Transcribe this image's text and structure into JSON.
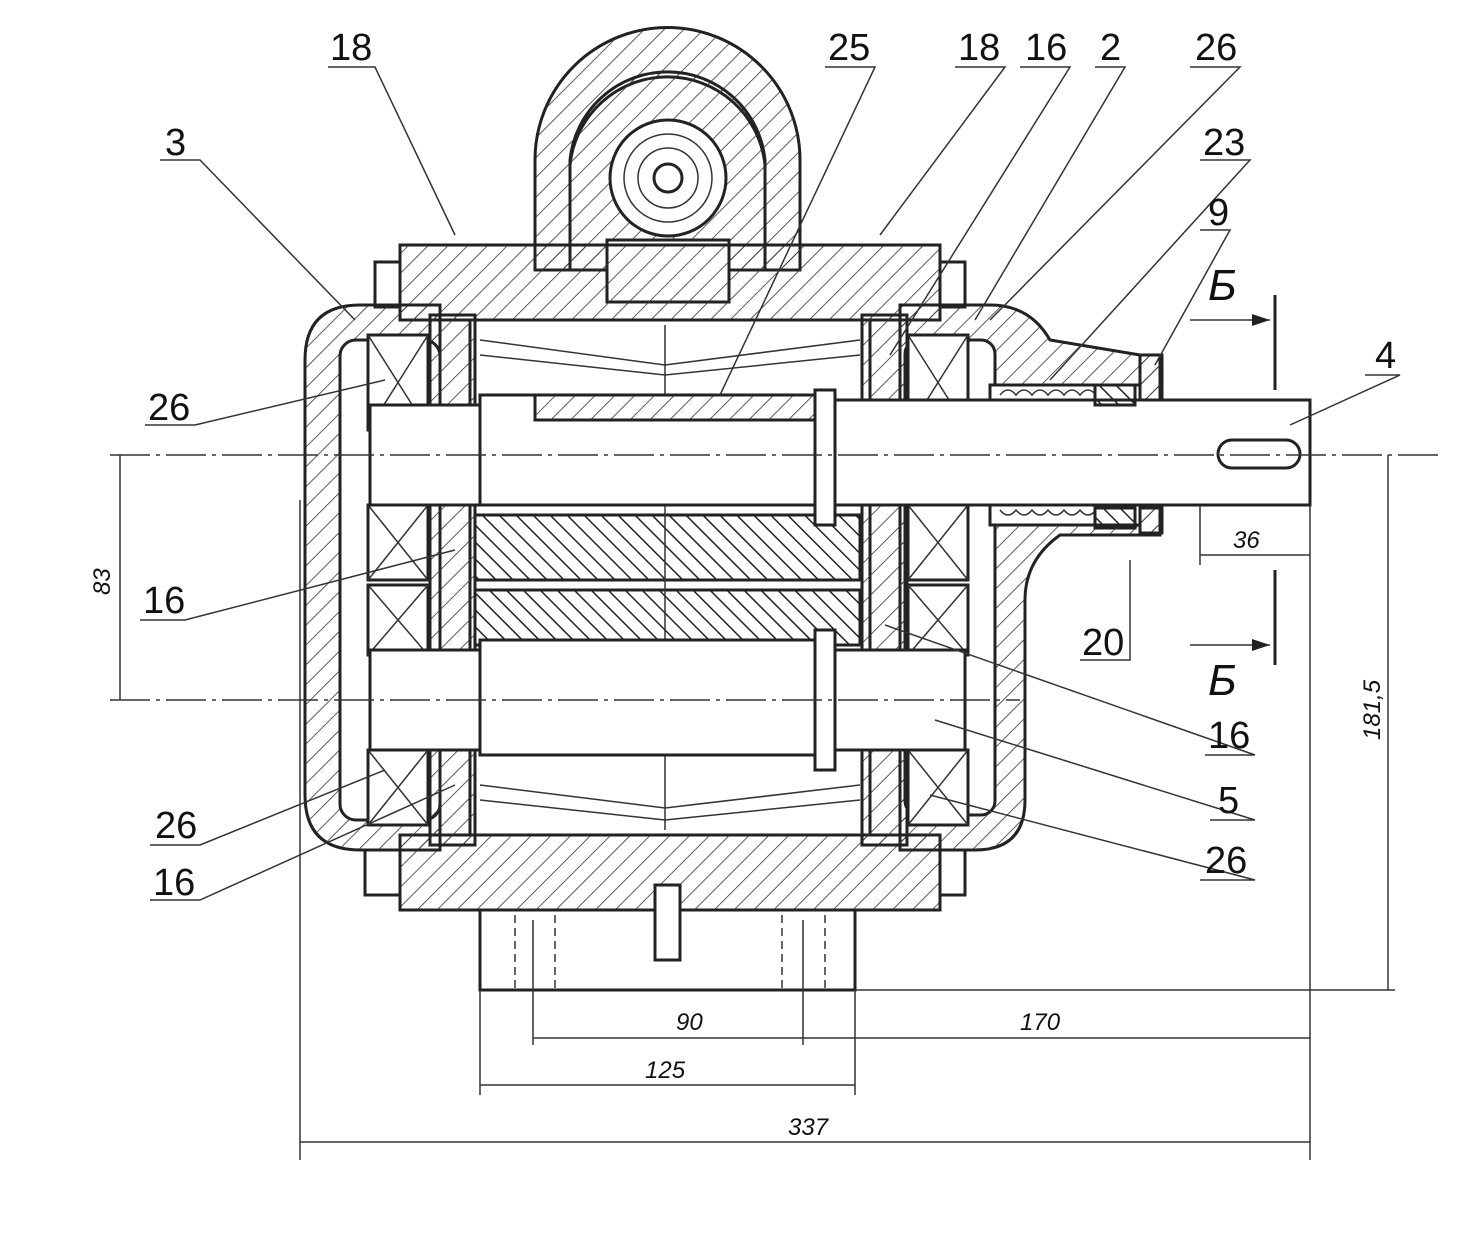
{
  "drawing": {
    "part_labels": {
      "l18a": "18",
      "l25": "25",
      "l18b": "18",
      "l16a": "16",
      "l2": "2",
      "l26a": "26",
      "l3": "3",
      "l23": "23",
      "l9": "9",
      "l4": "4",
      "l26b": "26",
      "l16b": "16",
      "l20": "20",
      "l16c": "16",
      "l5": "5",
      "l26c": "26",
      "l26d": "26",
      "l16d": "16"
    },
    "section_marks": {
      "top": "Б",
      "bottom": "Б"
    },
    "dimensions": {
      "d83": "83",
      "d36": "36",
      "d181": "181,5",
      "d90": "90",
      "d170": "170",
      "d125": "125",
      "d337": "337"
    }
  }
}
